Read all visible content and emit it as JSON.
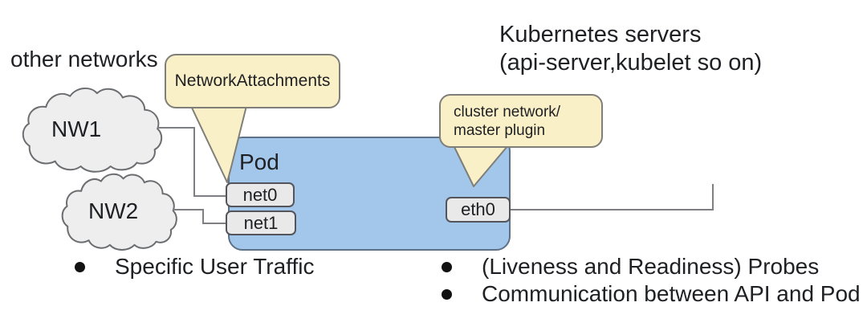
{
  "diagram": {
    "other_networks_label": "other networks",
    "kubernetes_servers": {
      "line1": "Kubernetes servers",
      "line2": "(api-server,kubelet so on)"
    },
    "pod_label": "Pod",
    "clouds": [
      {
        "label": "NW1"
      },
      {
        "label": "NW2"
      }
    ],
    "interfaces": [
      {
        "label": "net0"
      },
      {
        "label": "net1"
      },
      {
        "label": "eth0"
      }
    ],
    "callouts": [
      {
        "text": "NetworkAttachments"
      },
      {
        "line1": "cluster network/",
        "line2": "master plugin"
      }
    ],
    "bullets": {
      "left": [
        "Specific User Traffic"
      ],
      "right": [
        "(Liveness and Readiness) Probes",
        "Communication between API and Pod"
      ]
    },
    "colors": {
      "pod_fill": "#a3c7ea",
      "pod_border": "#5e7187",
      "callout_fill": "#faf0c8",
      "callout_border": "#7f7e78",
      "cloud_fill": "#eeeeee",
      "cloud_stroke": "#6b6d70",
      "interface_fill": "#e9e9ea",
      "interface_border": "#53555a",
      "connector_line": "#7d7f83",
      "text": "#1f2023"
    }
  }
}
